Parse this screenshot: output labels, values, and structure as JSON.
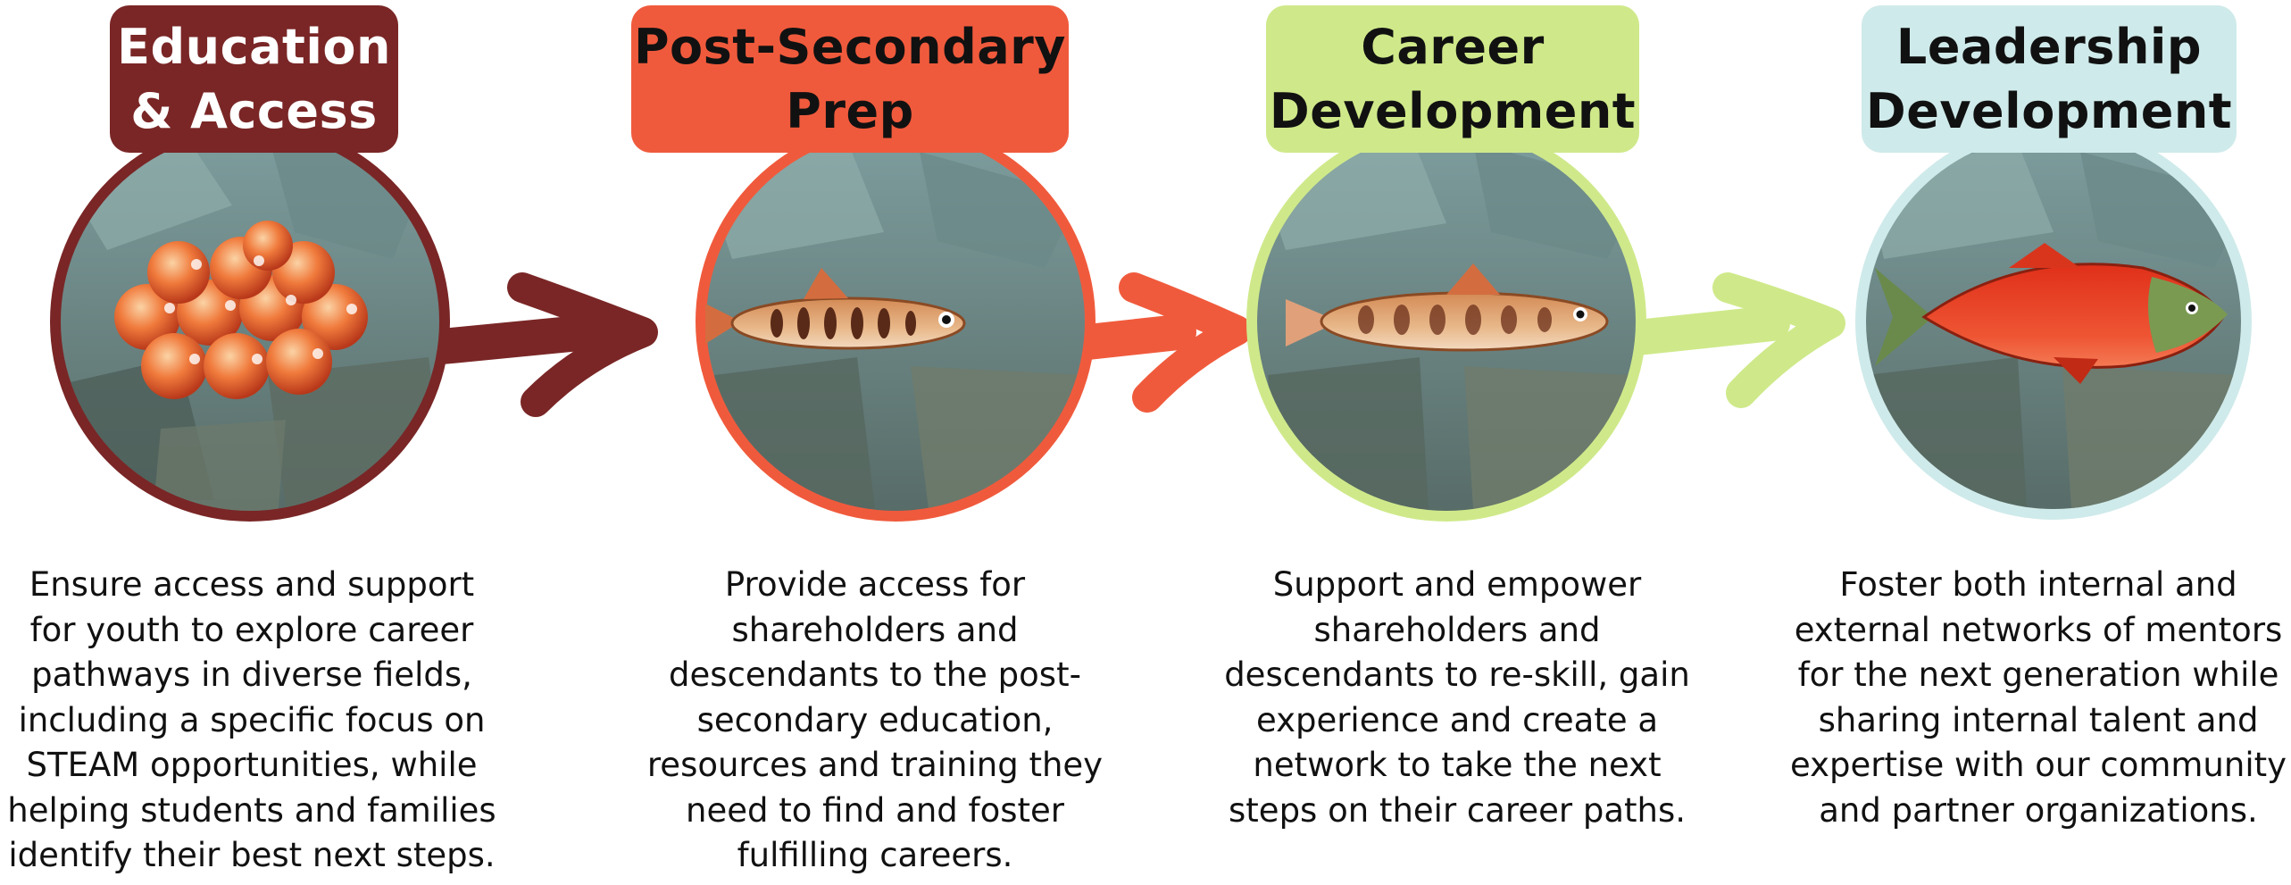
{
  "stages": [
    {
      "title_line1": "Education",
      "title_line2": "& Access",
      "description": "Ensure access and support for youth to explore career pathways in diverse fields, including a specific focus on STEAM opportunities, while helping students and families identify their best next steps.",
      "image_icon": "salmon-eggs-icon",
      "color": "#7a2626",
      "title_text_color": "#ffffff"
    },
    {
      "title_line1": "Post-Secondary",
      "title_line2": "Prep",
      "description": "Provide access for shareholders and descendants to the post-secondary education, resources and training they need to find and foster fulfilling careers.",
      "image_icon": "salmon-fry-icon",
      "color": "#f05a3c",
      "title_text_color": "#111111"
    },
    {
      "title_line1": "Career",
      "title_line2": "Development",
      "description": "Support and empower shareholders and descendants to re-skill, gain experience and create a network to take the next steps on their career paths.",
      "image_icon": "juvenile-salmon-icon",
      "color": "#cfe98a",
      "title_text_color": "#111111"
    },
    {
      "title_line1": "Leadership",
      "title_line2": "Development",
      "description": "Foster both internal and external networks of mentors for the next generation while sharing internal talent and expertise with our community and partner organizations.",
      "image_icon": "adult-sockeye-salmon-icon",
      "color": "#cfeaea",
      "title_text_color": "#111111"
    }
  ]
}
